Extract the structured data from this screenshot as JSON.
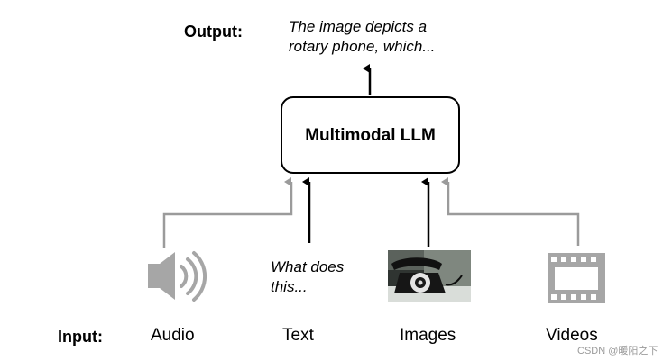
{
  "output": {
    "label": "Output:",
    "text_line1": "The image depicts a",
    "text_line2": "rotary phone, which..."
  },
  "model": {
    "label": "Multimodal LLM"
  },
  "prompt": {
    "text_line1": "What does",
    "text_line2": "this..."
  },
  "inputs": {
    "label": "Input:",
    "items": [
      {
        "label": "Audio",
        "icon": "speaker-icon"
      },
      {
        "label": "Text",
        "icon": ""
      },
      {
        "label": "Images",
        "icon": "rotary-phone-photo"
      },
      {
        "label": "Videos",
        "icon": "film-strip-icon"
      }
    ]
  },
  "colors": {
    "primary_arrow": "#000000",
    "secondary_arrow": "#9b9b9b",
    "icon_gray": "#a6a6a6"
  },
  "watermark": "CSDN @暖阳之下"
}
